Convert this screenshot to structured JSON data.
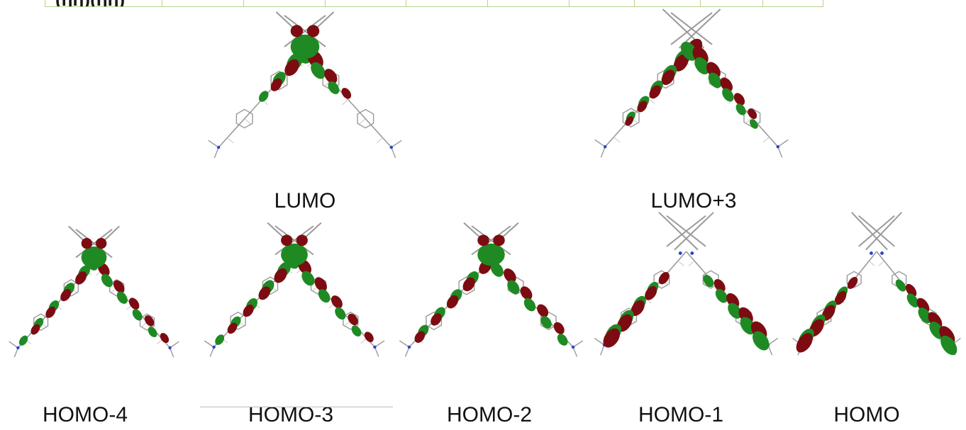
{
  "table_fragment": {
    "first_cell_text": "(ηη)(ηη)",
    "column_count": 10
  },
  "colors": {
    "positive_lobe": "#7d0c12",
    "negative_lobe": "#1f8a24",
    "bond": "#9a9a9a",
    "nitrogen": "#2e3fd0",
    "table_border": "#b8d38d"
  },
  "orbitals": [
    {
      "label": "LUMO",
      "row": "top",
      "pattern": "lumo"
    },
    {
      "label": "LUMO+3",
      "row": "top",
      "pattern": "lumo3"
    },
    {
      "label": "HOMO-4",
      "row": "bottom",
      "pattern": "homo4"
    },
    {
      "label": "HOMO-3",
      "row": "bottom",
      "pattern": "homo3"
    },
    {
      "label": "HOMO-2",
      "row": "bottom",
      "pattern": "homo2"
    },
    {
      "label": "HOMO-1",
      "row": "bottom",
      "pattern": "homo1"
    },
    {
      "label": "HOMO",
      "row": "bottom",
      "pattern": "homo"
    }
  ]
}
